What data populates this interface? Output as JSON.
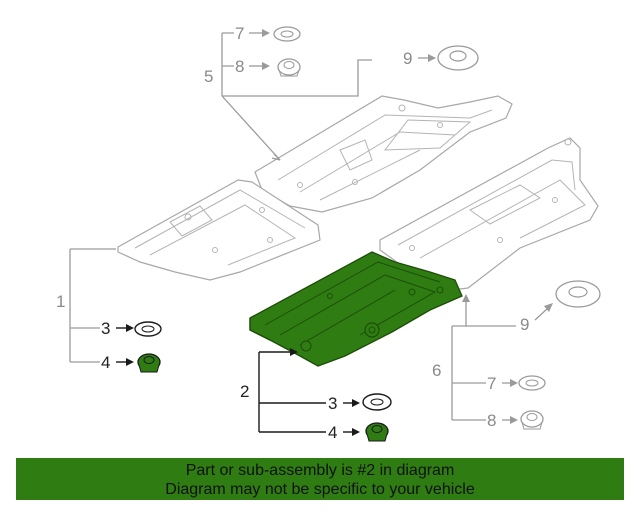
{
  "callouts": {
    "c1": "1",
    "c2": "2",
    "c3a": "3",
    "c3b": "3",
    "c4a": "4",
    "c4b": "4",
    "c5": "5",
    "c6": "6",
    "c7a": "7",
    "c7b": "7",
    "c8a": "8",
    "c8b": "8",
    "c9a": "9",
    "c9b": "9"
  },
  "colors": {
    "highlight_part": "#2f7d12",
    "banner_bg": "#2f7d12",
    "outline": "#a8a8a8"
  },
  "banner": {
    "line1": "Part or sub-assembly is #2 in diagram",
    "line2": "Diagram may not be specific to your vehicle"
  }
}
